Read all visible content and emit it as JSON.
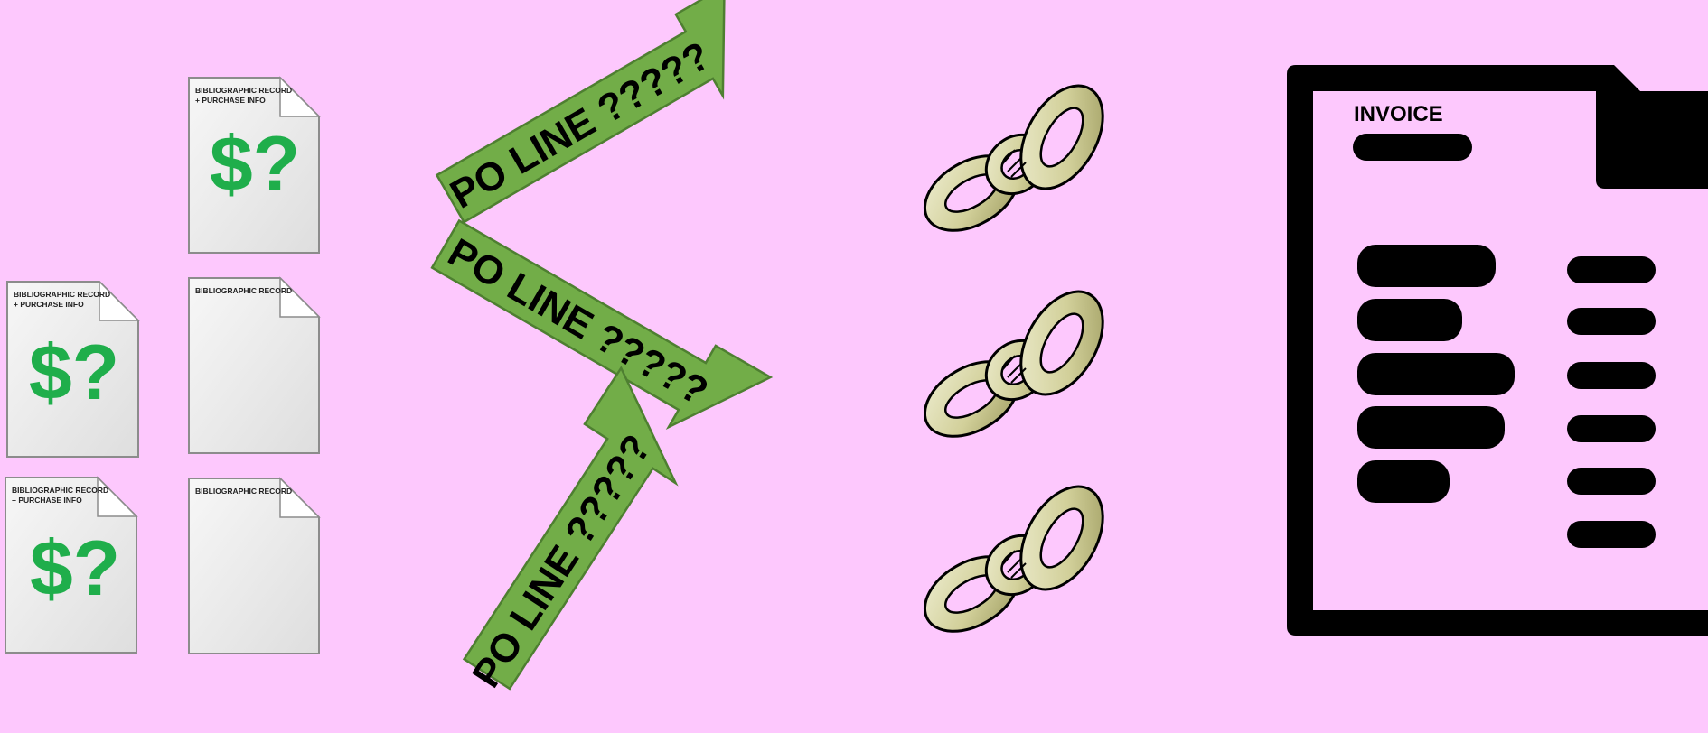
{
  "documents": [
    {
      "header_line1": "BIBLIOGRAPHIC RECORD",
      "header_line2": "+ PURCHASE INFO",
      "price": "$?"
    },
    {
      "header_line1": "BIBLIOGRAPHIC RECORD",
      "header_line2": "+ PURCHASE INFO",
      "price": "$?"
    },
    {
      "header_line1": "BIBLIOGRAPHIC RECORD",
      "header_line2": ""
    },
    {
      "header_line1": "BIBLIOGRAPHIC RECORD",
      "header_line2": "+ PURCHASE INFO",
      "price": "$?"
    },
    {
      "header_line1": "BIBLIOGRAPHIC RECORD",
      "header_line2": ""
    }
  ],
  "arrows": [
    {
      "label": "PO LINE ?????"
    },
    {
      "label": "PO LINE ?????"
    },
    {
      "label": "PO LINE ?????"
    }
  ],
  "invoice": {
    "title": "INVOICE"
  },
  "colors": {
    "background": "#fdc8fd",
    "arrow_fill": "#72ad48",
    "arrow_stroke": "#4e7f31",
    "price_green": "#1fae4b",
    "chain_fill": "#d8d6a3"
  }
}
